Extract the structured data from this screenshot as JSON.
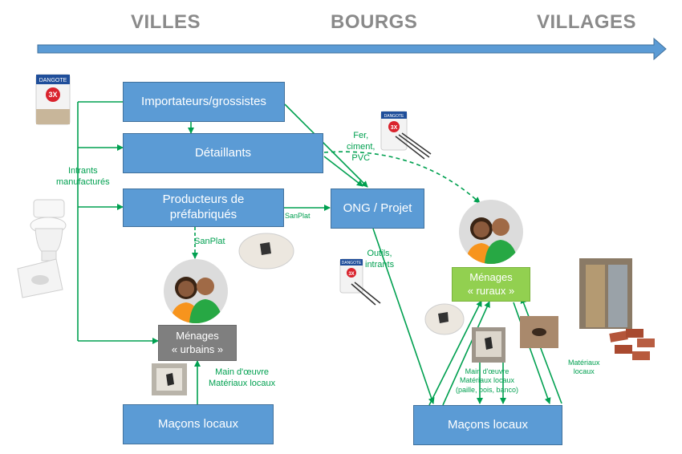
{
  "headings": {
    "left": "VILLES",
    "center": "BOURGS",
    "right": "VILLAGES"
  },
  "boxes": {
    "importateurs": "Importateurs/grossistes",
    "detaillants": "Détaillants",
    "producteurs_line1": "Producteurs de",
    "producteurs_line2": "préfabriqués",
    "ong": "ONG / Projet",
    "menages_urbains_line1": "Ménages",
    "menages_urbains_line2": "« urbains »",
    "menages_ruraux_line1": "Ménages",
    "menages_ruraux_line2": "« ruraux »",
    "macons_urbains": "Maçons locaux",
    "macons_ruraux": "Maçons locaux"
  },
  "labels": {
    "intrants_line1": "Intrants",
    "intrants_line2": "manufacturés",
    "sanplat_small": "SanPlat",
    "sanplat": "SanPlat",
    "fer_line1": "Fer,",
    "fer_line2": "ciment,",
    "fer_line3": "PVC",
    "outils_line1": "Outils,",
    "outils_line2": "intrants",
    "main_urbain_line1": "Main d'œuvre",
    "main_urbain_line2": "Matériaux locaux",
    "main_rural_line1": "Main d'œuvre",
    "main_rural_line2": "Matériaux locaux",
    "main_rural_line3": "(paille, bois, banco)",
    "materiaux_line1": "Matériaux",
    "materiaux_line2": "locaux"
  },
  "bag": {
    "brand": "DANGOTE",
    "grade": "3X"
  },
  "colors": {
    "box_blue": "#5b9bd5",
    "box_grey": "#7f7f7f",
    "box_green": "#92d050",
    "arrow_green": "#00a050",
    "axis_blue": "#5b9bd5",
    "heading_grey": "#8a8a8a"
  }
}
